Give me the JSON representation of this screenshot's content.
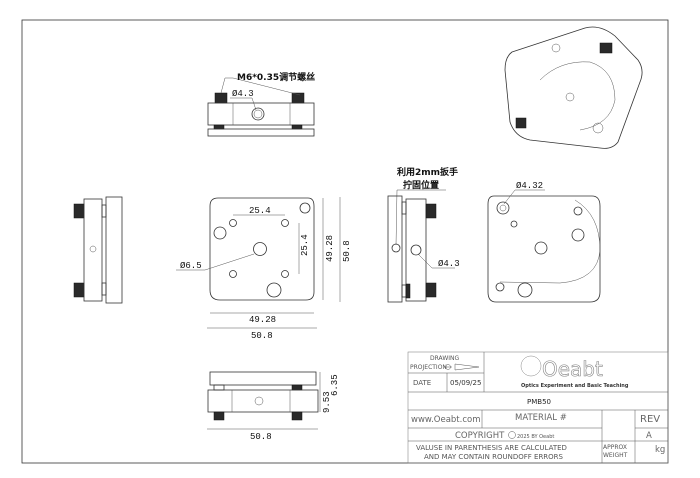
{
  "annotations": {
    "screw_note": "M6*0.35调节螺丝",
    "top_hole": "Ø4.3",
    "front_hole_spacing_h": "25.4",
    "front_hole_spacing_v": "25.4",
    "front_inner_height": "49.28",
    "front_outer_height": "50.8",
    "front_center_hole": "Ø6.5",
    "front_inner_width": "49.28",
    "front_outer_width": "50.8",
    "wrench_note_line1": "利用2mm扳手",
    "wrench_note_line2": "拧固位置",
    "side_hole": "Ø4.3",
    "right_hole": "Ø4.32",
    "bottom_thickness_top": "6.35",
    "bottom_thickness_main": "9.53",
    "bottom_width": "50.8"
  },
  "title_block": {
    "drawing_label": "DRAWING",
    "projection_label": "PROJECTION",
    "date_label": "DATE",
    "date_value": "05/09/25",
    "logo_text": "Oeabt",
    "logo_tagline": "Optics Experiment and Basic Teaching",
    "part_number": "PMB50",
    "website": "www.Oeabt.com",
    "material_label": "MATERIAL #",
    "rev_label": "REV",
    "rev_value": "A",
    "copyright_label": "COPYRIGHT",
    "copyright_detail": "2025 BY Oeabt",
    "disclaimer_line1": "VALUSE IN PARENTHESIS ARE CALCULATED",
    "disclaimer_line2": "AND MAY CONTAIN ROUNDOFF ERRORS",
    "approx_label": "APPROX",
    "weight_label": "WEIGHT",
    "weight_unit": "kg"
  }
}
